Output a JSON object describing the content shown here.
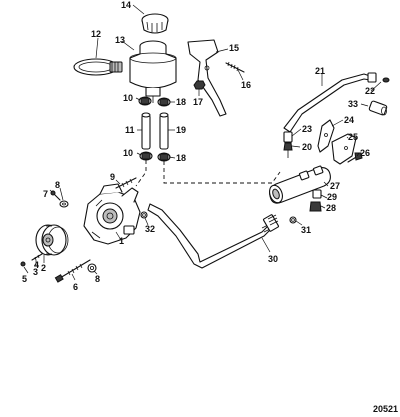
{
  "diagram": {
    "reference_code": "20521",
    "callouts": [
      "1",
      "2",
      "3",
      "4",
      "5",
      "6",
      "7",
      "8",
      "9",
      "10",
      "11",
      "12",
      "13",
      "14",
      "15",
      "16",
      "17",
      "18",
      "19",
      "20",
      "21",
      "22",
      "23",
      "24",
      "25",
      "26",
      "27",
      "28",
      "29",
      "30",
      "31",
      "32",
      "33"
    ],
    "colors": {
      "line": "#111111",
      "shade": "#bdbdbd",
      "background": "#ffffff"
    }
  }
}
